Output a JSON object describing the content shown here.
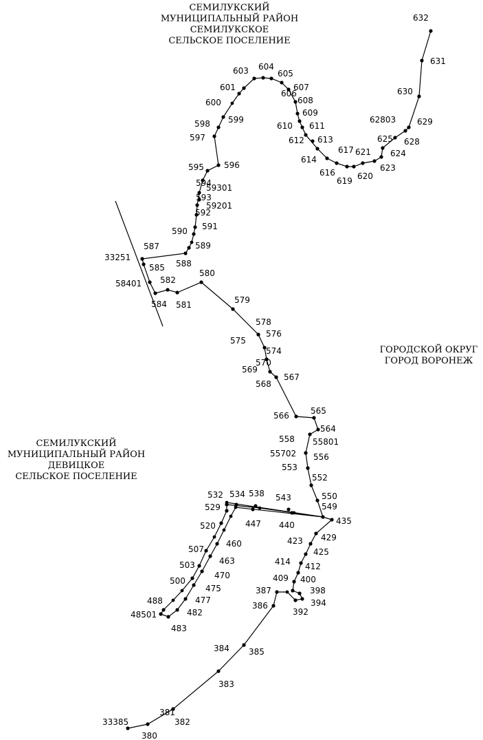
{
  "titles": {
    "top": [
      "СЕМИЛУКСКИЙ",
      "МУНИЦИПАЛЬНЫЙ РАЙОН",
      "СЕМИЛУКСКОЕ",
      "СЕЛЬСКОЕ ПОСЕЛЕНИЕ"
    ],
    "right": [
      "ГОРОДСКОЙ ОКРУГ",
      "ГОРОД ВОРОНЕЖ"
    ],
    "left": [
      "СЕМИЛУКСКИЙ",
      "МУНИЦИПАЛЬНЫЙ РАЙОН",
      "ДЕВИЦКОЕ",
      "СЕЛЬСКОЕ ПОСЕЛЕНИЕ"
    ]
  },
  "point_labels": [
    "632",
    "631",
    "630",
    "629",
    "62803",
    "628",
    "625",
    "624",
    "623",
    "621",
    "620",
    "619",
    "617",
    "616",
    "614",
    "613",
    "612",
    "611",
    "610",
    "609",
    "608",
    "607",
    "606",
    "605",
    "604",
    "603",
    "601",
    "600",
    "599",
    "598",
    "597",
    "596",
    "595",
    "594",
    "59301",
    "593",
    "59201",
    "592",
    "591",
    "590",
    "589",
    "588",
    "587",
    "33251",
    "585",
    "58401",
    "582",
    "584",
    "581",
    "580",
    "579",
    "578",
    "576",
    "575",
    "574",
    "570",
    "569",
    "568",
    "567",
    "566",
    "565",
    "564",
    "55801",
    "558",
    "55702",
    "556",
    "553",
    "552",
    "550",
    "549",
    "435",
    "543",
    "538",
    "534",
    "532",
    "529",
    "447",
    "440",
    "520",
    "460",
    "507",
    "463",
    "503",
    "470",
    "500",
    "475",
    "477",
    "488",
    "48501",
    "482",
    "483",
    "429",
    "423",
    "425",
    "414",
    "412",
    "409",
    "400",
    "398",
    "387",
    "394",
    "386",
    "392",
    "384",
    "385",
    "383",
    "381",
    "33385",
    "382",
    "380"
  ]
}
